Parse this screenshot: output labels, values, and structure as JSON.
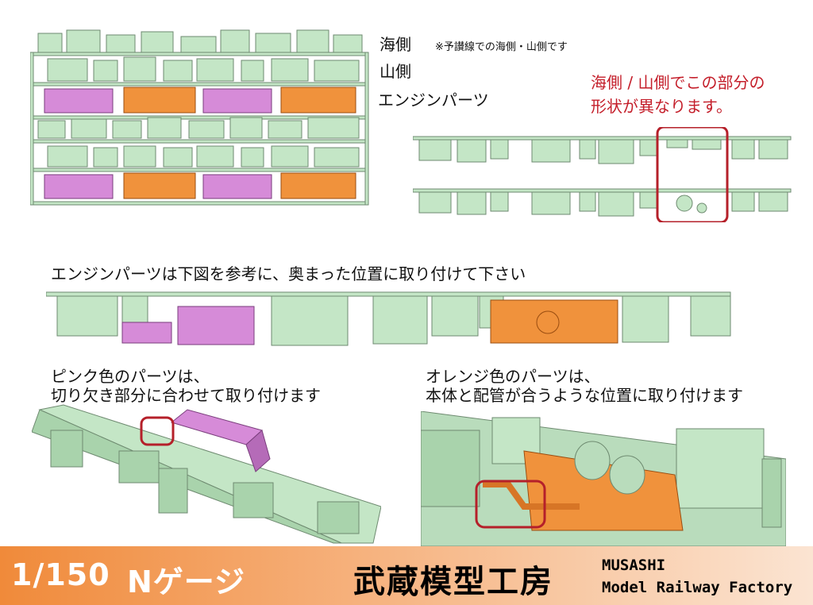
{
  "legend": {
    "sea_side": "海側",
    "mountain_side": "山側",
    "engine_parts": "エンジンパーツ",
    "note": "※予讃線での海側・山側です"
  },
  "callout": {
    "line1": "海側 / 山側でこの部分の",
    "line2": "形状が異なります。"
  },
  "instruction_main": "エンジンパーツは下図を参考に、奥まった位置に取り付けて下さい",
  "pink_instruction": {
    "line1": "ピンク色のパーツは、",
    "line2": "切り欠き部分に合わせて取り付けます"
  },
  "orange_instruction": {
    "line1": "オレンジ色のパーツは、",
    "line2": "本体と配管が合うような位置に取り付けます"
  },
  "footer": {
    "scale": "1/150",
    "gauge": "Nゲージ",
    "brand_jp": "武蔵模型工房",
    "brand_en_1": "MUSASHI",
    "brand_en_2": "Model Railway Factory"
  },
  "colors": {
    "frame_green": "#c4e6c6",
    "frame_outline": "#6e8a70",
    "pink_part": "#d68bd8",
    "orange_part": "#f0923c",
    "highlight_red": "#b5202a",
    "footer_orange": "#f08a3a"
  }
}
